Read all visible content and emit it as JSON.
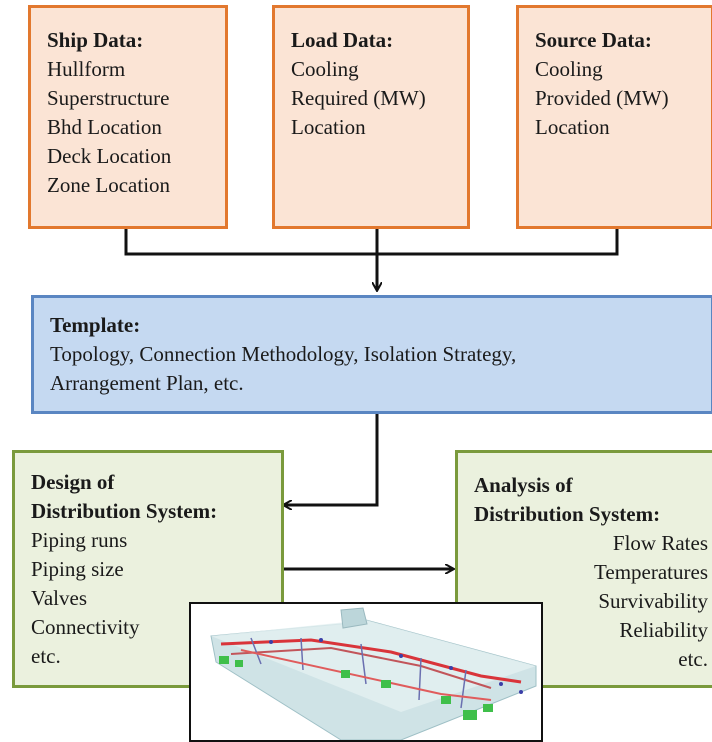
{
  "ship_data": {
    "title": "Ship Data:",
    "lines": [
      "Hullform",
      "Superstructure",
      "Bhd Location",
      "Deck Location",
      "Zone Location"
    ]
  },
  "load_data": {
    "title": "Load Data:",
    "lines": [
      "Cooling",
      "Required (MW)",
      "Location"
    ]
  },
  "source_data": {
    "title": "Source Data:",
    "lines": [
      "Cooling",
      "Provided (MW)",
      "Location"
    ]
  },
  "template": {
    "title": "Template:",
    "lines": [
      "Topology, Connection Methodology, Isolation Strategy,",
      "Arrangement Plan, etc."
    ]
  },
  "design": {
    "title_lines": [
      "Design of",
      "Distribution System:"
    ],
    "lines": [
      "Piping runs",
      "Piping size",
      "Valves",
      "Connectivity",
      "etc."
    ]
  },
  "analysis": {
    "title_lines": [
      "Analysis of",
      "Distribution System:"
    ],
    "lines": [
      "Flow Rates",
      "Temperatures",
      "Survivability",
      "Reliability",
      "etc."
    ]
  },
  "colors": {
    "input_fill": "#fbe4d5",
    "input_border": "#e2782e",
    "template_fill": "#c5d9f1",
    "template_border": "#5a86c2",
    "system_fill": "#ebf1de",
    "system_border": "#7a9a3c"
  },
  "image": {
    "icon": "ship-piping-model-3d"
  }
}
